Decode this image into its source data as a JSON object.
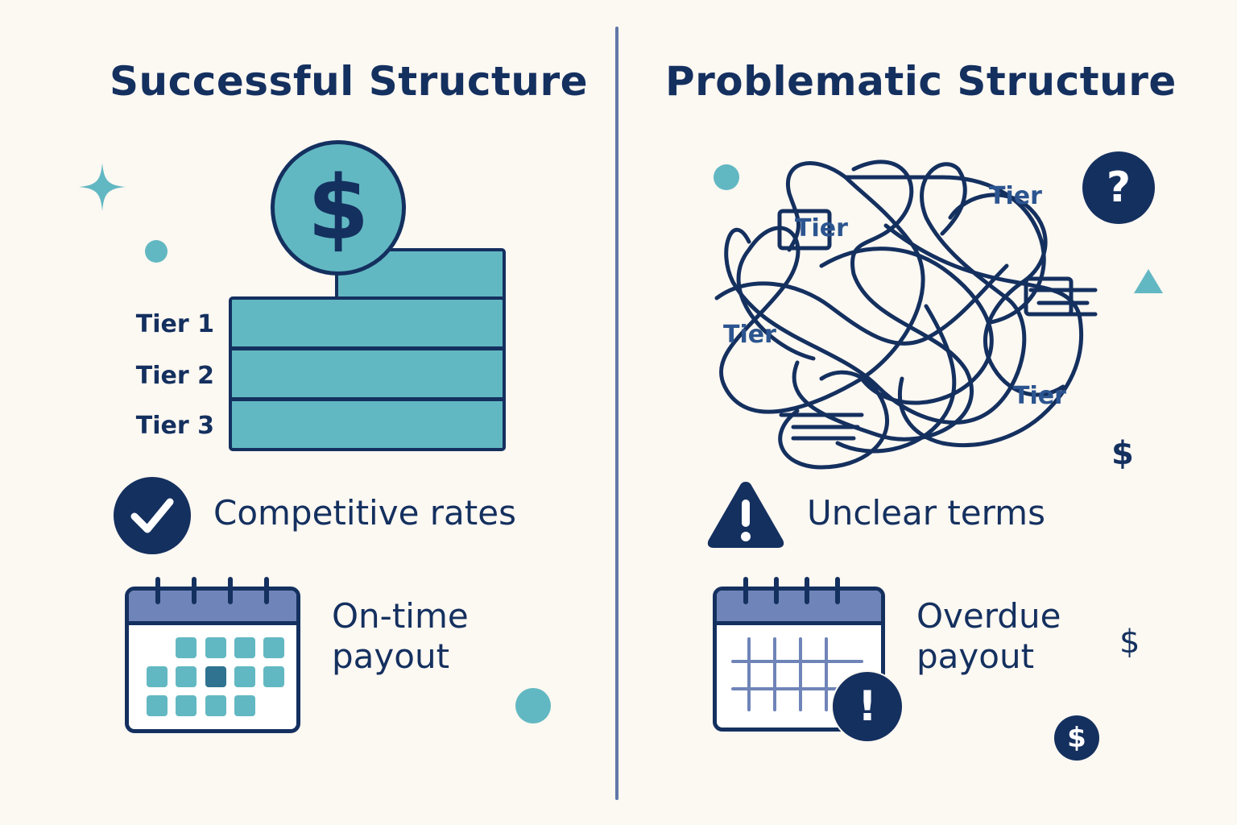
{
  "left_panel": {
    "title": "Successful Structure",
    "coin_symbol": "$",
    "tiers": [
      "Tier 1",
      "Tier 2",
      "Tier 3"
    ],
    "benefit_1": "Competitive rates",
    "benefit_2_line1": "On-time",
    "benefit_2_line2": "payout"
  },
  "right_panel": {
    "title": "Problematic Structure",
    "question_symbol": "?",
    "tangled_labels": [
      "Tier",
      "Tier",
      "Tier",
      "Tier"
    ],
    "warning_symbol": "!",
    "issue_1": "Unclear terms",
    "issue_2_line1": "Overdue",
    "issue_2_line2": "payout",
    "dollar_symbols": [
      "$",
      "$",
      "$"
    ]
  },
  "colors": {
    "background": "#fcf8f2",
    "navy": "#14305f",
    "teal": "#62b8c2",
    "slate": "#6f84b8",
    "divider": "#6078a8"
  }
}
